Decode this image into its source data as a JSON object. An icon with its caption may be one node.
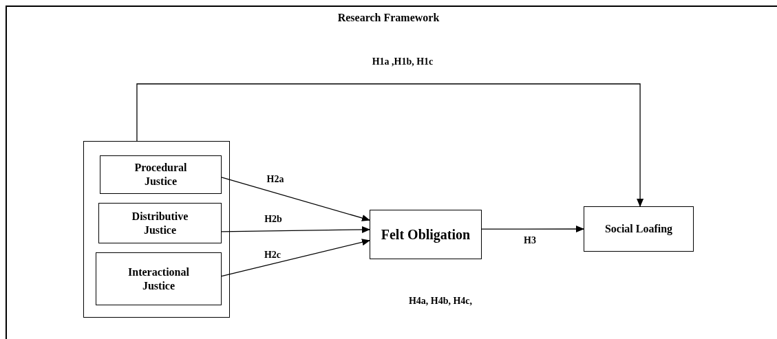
{
  "diagram": {
    "title": "Research Framework",
    "nodes": [
      {
        "text": [],
        "shape": "box"
      },
      {
        "text": [
          "Procedural Justice"
        ],
        "in": 0
      },
      {
        "text": [
          "Distributive Justice"
        ],
        "in": 0
      },
      {
        "text": [
          "Interactional Justice"
        ],
        "in": 0
      },
      {
        "text": [
          "Felt Obligation"
        ]
      },
      {
        "text": [
          "Social Loafing"
        ]
      }
    ],
    "edges": [
      {
        "from": 0,
        "to": 5,
        "arrow": "to",
        "label": "H1a ,H1b, H1c"
      },
      {
        "from": 1,
        "to": 4,
        "arrow": "to",
        "label": "H2a"
      },
      {
        "from": 2,
        "to": 4,
        "arrow": "to",
        "label": "H2b"
      },
      {
        "from": 3,
        "to": 4,
        "arrow": "to",
        "label": "H2c"
      },
      {
        "from": 4,
        "to": 5,
        "arrow": "to",
        "label": "H3"
      }
    ],
    "labels": [
      "H4a, H4b, H4c,"
    ]
  }
}
